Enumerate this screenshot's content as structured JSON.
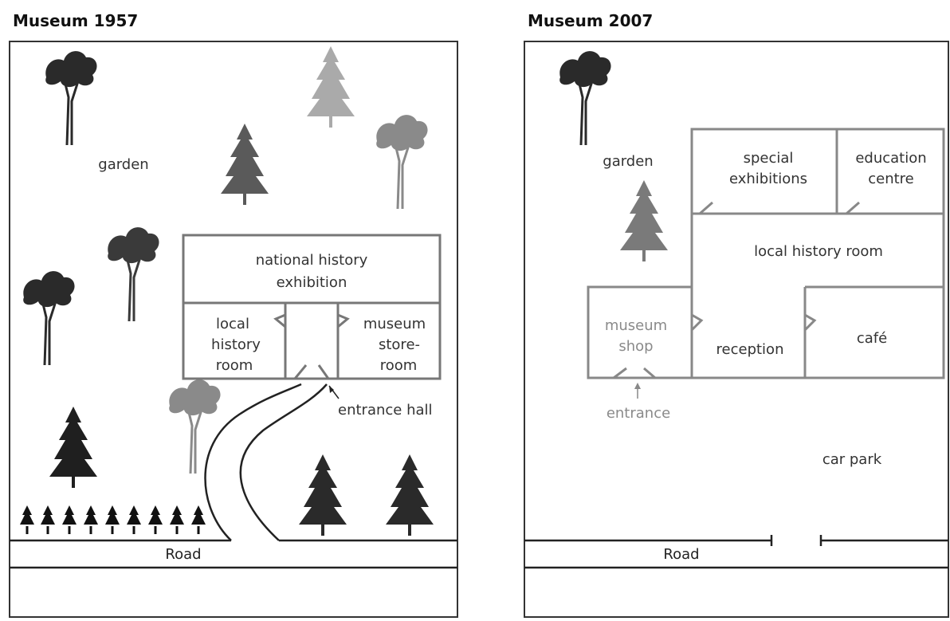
{
  "panels": [
    {
      "title": "Museum 1957",
      "labels": {
        "garden": "garden",
        "national_history": [
          "national history",
          "exhibition"
        ],
        "local_history": [
          "local",
          "history",
          "room"
        ],
        "museum_store": [
          "museum",
          "store-",
          "room"
        ],
        "entrance_hall": "entrance hall",
        "road": "Road"
      }
    },
    {
      "title": "Museum 2007",
      "labels": {
        "garden": "garden",
        "special_exhibitions": [
          "special",
          "exhibitions"
        ],
        "education_centre": [
          "education",
          "centre"
        ],
        "local_history_room": "local history room",
        "museum_shop": [
          "museum",
          "shop"
        ],
        "reception": "reception",
        "cafe": "café",
        "entrance": "entrance",
        "car_park": "car park",
        "road": "Road"
      }
    }
  ]
}
